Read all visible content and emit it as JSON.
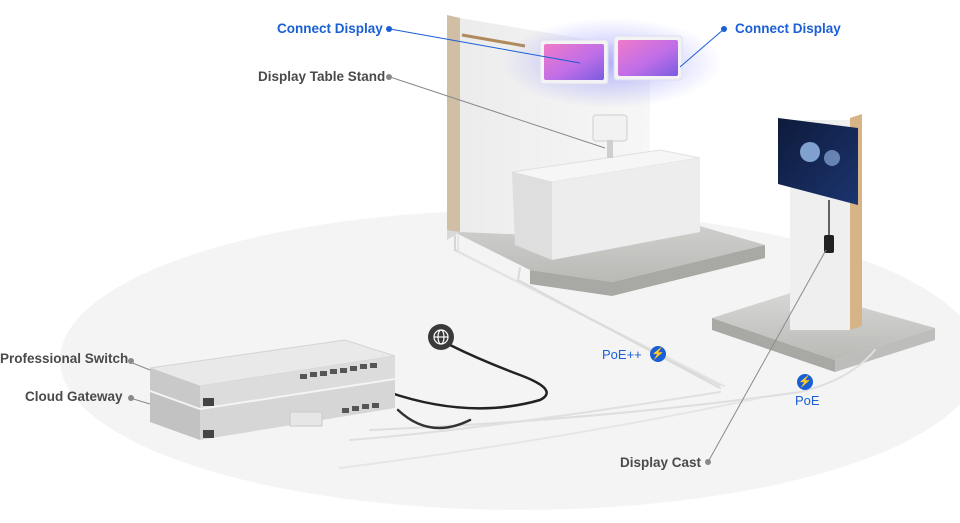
{
  "labels": {
    "connect_display_left": "Connect Display",
    "connect_display_right": "Connect Display",
    "display_table_stand": "Display Table Stand",
    "professional_switch": "Professional Switch",
    "cloud_gateway": "Cloud Gateway",
    "display_cast": "Display Cast",
    "poe_plus_plus": "PoE++",
    "poe": "PoE"
  },
  "icons": {
    "internet": "globe-icon",
    "power": "lightning-bolt-icon"
  },
  "colors": {
    "accent": "#1a5fd6",
    "label_gray": "#4a4a4a",
    "leader_gray": "#8a8a8a"
  }
}
